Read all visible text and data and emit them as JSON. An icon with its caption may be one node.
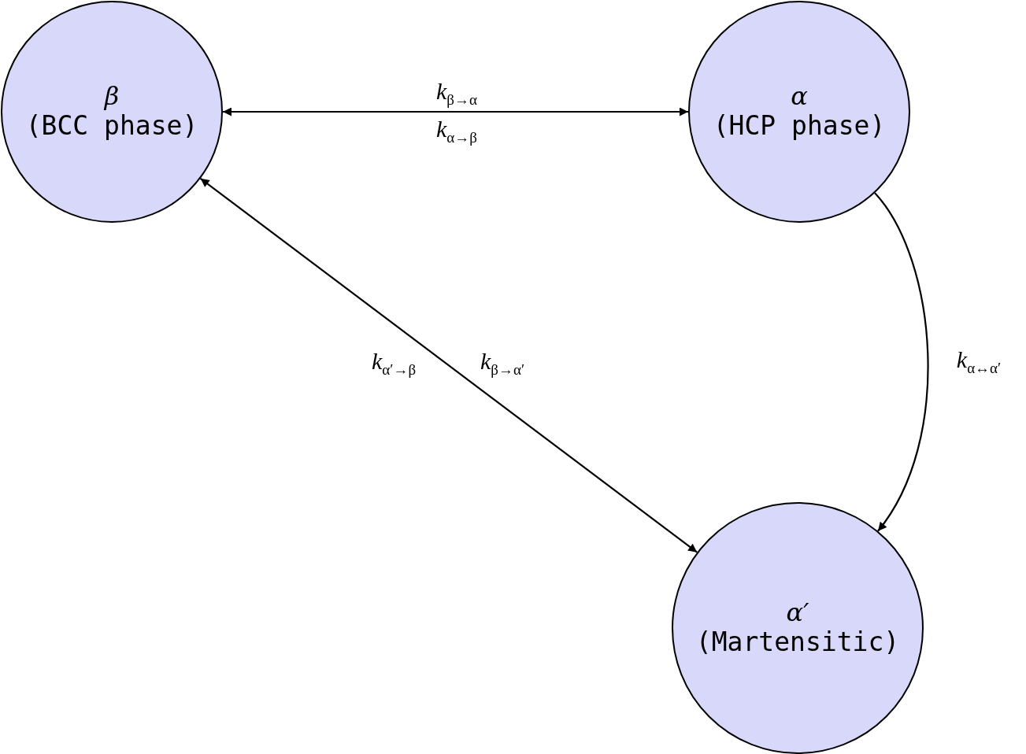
{
  "diagram": {
    "nodes": [
      {
        "text": [
          "β",
          "(BCC phase)"
        ]
      },
      {
        "text": [
          "α",
          "(HCP phase)"
        ]
      },
      {
        "text": [
          "α′",
          "(Martensitic)"
        ]
      }
    ],
    "edges": [
      {
        "from": 0,
        "to": 1,
        "arrow": "both",
        "label": "*k*$_{β→α}$"
      },
      {
        "from": 0,
        "to": 2,
        "arrow": "both",
        "label": "*k*$_{β→α′}$"
      },
      {
        "from": 1,
        "to": 2,
        "arrow": "to",
        "label": "*k*$_{α↔α′}$"
      }
    ],
    "labels": [
      "*k*$_{α→β}$",
      "*k*$_{α′→β}$"
    ]
  }
}
